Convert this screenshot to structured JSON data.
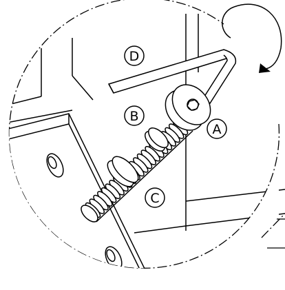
{
  "diagram": {
    "callouts": {
      "a": "A",
      "b": "B",
      "c": "C",
      "d": "D"
    },
    "line_color": "#000000",
    "background_color": "#ffffff"
  }
}
